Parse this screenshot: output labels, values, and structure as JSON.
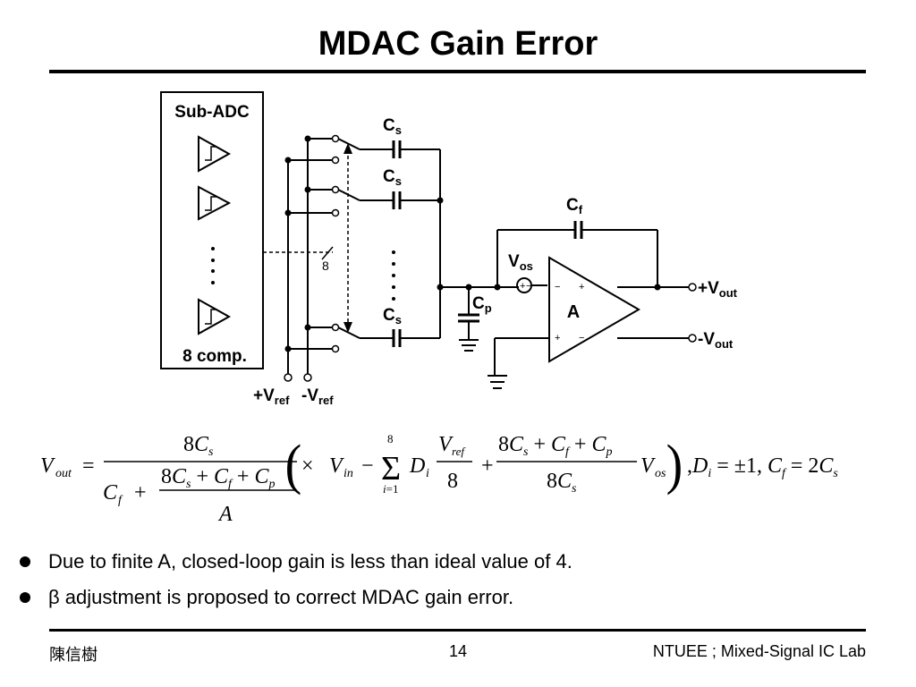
{
  "slide": {
    "title": "MDAC Gain Error"
  },
  "circuit": {
    "subadc_label": "Sub-ADC",
    "comparator_count_label": "8 comp.",
    "bus_count": "8",
    "cs_label": "C",
    "cs_sub": "s",
    "cf_label": "C",
    "cf_sub": "f",
    "cp_label": "C",
    "cp_sub": "p",
    "vos_label": "V",
    "vos_sub": "os",
    "amp_label": "A",
    "vout_plus": "+V",
    "vout_minus": "-V",
    "vout_sub": "out",
    "vref_plus": "+V",
    "vref_minus": "-V",
    "vref_sub": "ref"
  },
  "equation": {
    "description_parts": [
      "V",
      "out",
      "8C",
      "s",
      "C",
      "f",
      "A",
      "V",
      "in",
      "D",
      "i",
      "V",
      "ref",
      "8",
      "os",
      "D",
      "±1",
      "C",
      "f",
      "2C",
      "s",
      "i=1"
    ]
  },
  "bullets": [
    {
      "text": "Due to finite A, closed-loop gain is less than ideal value of 4."
    },
    {
      "text": "β adjustment is proposed to correct MDAC gain error."
    }
  ],
  "footer": {
    "author": "陳信樹",
    "page": "14",
    "lab": "NTUEE ; Mixed-Signal IC Lab"
  }
}
